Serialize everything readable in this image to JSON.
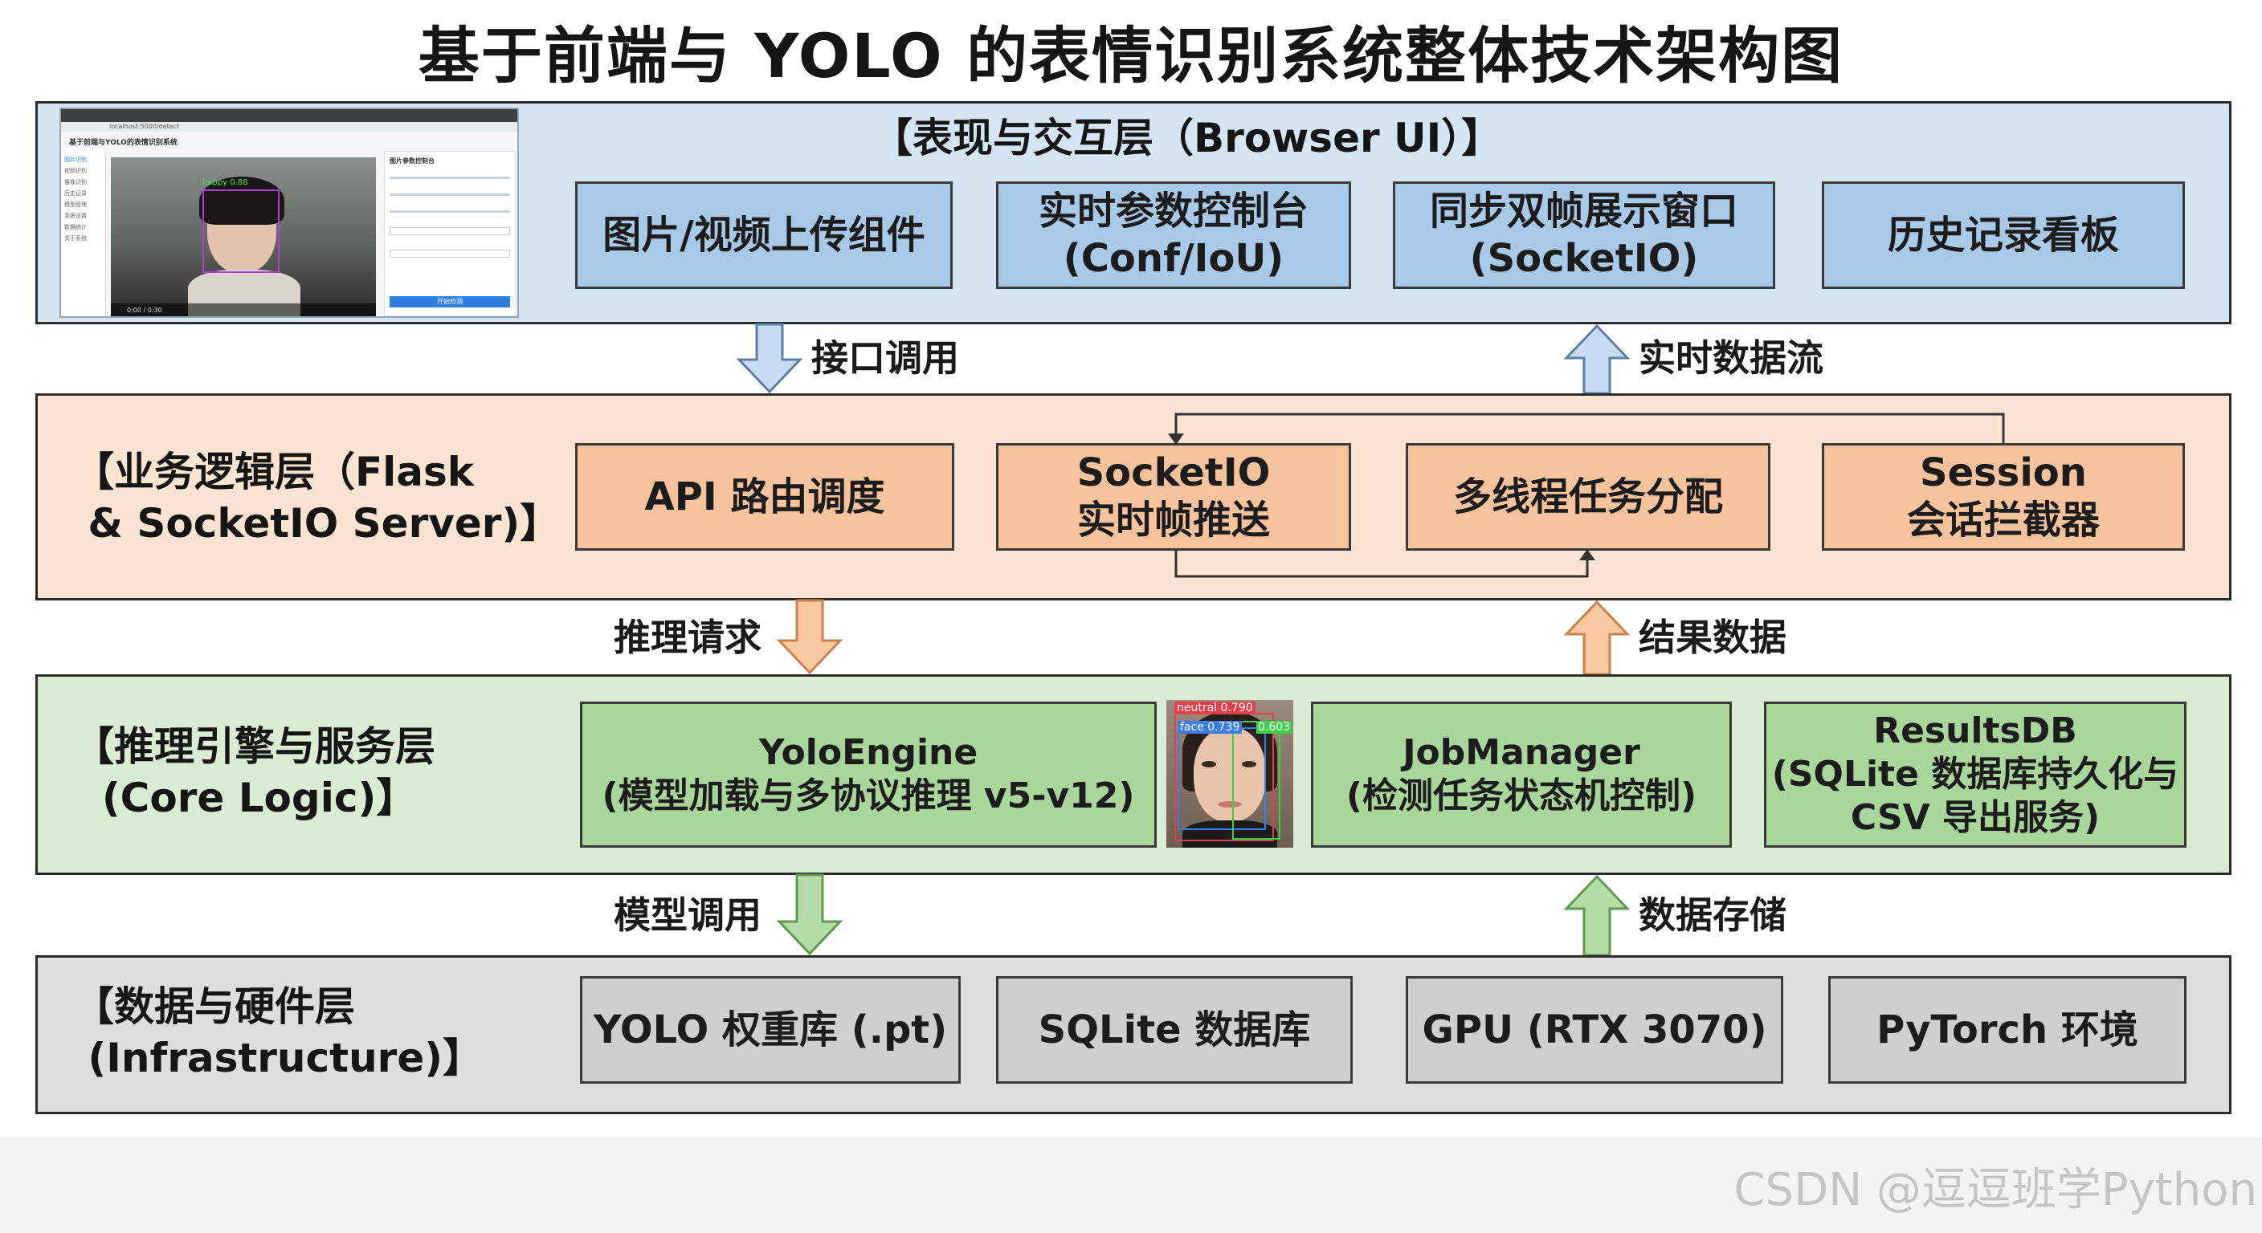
{
  "title": "基于前端与 YOLO 的表情识别系统整体技术架构图",
  "layers": {
    "ui": {
      "label": "【表现与交互层（Browser UI）】",
      "components": [
        "图片/视频上传组件",
        "实时参数控制台\n(Conf/IoU)",
        "同步双帧展示窗口\n(SocketIO)",
        "历史记录看板"
      ],
      "screenshot": {
        "app_title": "基于前端与YOLO的表情识别系统",
        "url": "localhost:5000/detect",
        "panel_title": "图片参数控制台",
        "detect_button": "开始检测",
        "sidebar_items": [
          "图片识别",
          "视频识别",
          "摄像识别",
          "历史记录",
          "模型管理",
          "系统设置",
          "数据统计",
          "关于系统"
        ],
        "detection_label": "happy 0.88",
        "video_time": "0:00 / 0:30"
      }
    },
    "biz": {
      "label": "【业务逻辑层（Flask\n & SocketIO Server)】",
      "components": [
        "API 路由调度",
        "SocketIO\n实时帧推送",
        "多线程任务分配",
        "Session\n会话拦截器"
      ]
    },
    "inf": {
      "label": "【推理引擎与服务层\n  (Core Logic)】",
      "components": [
        "YoloEngine\n(模型加载与多协议推理 v5-v12)",
        "JobManager\n(检测任务状态机控制)",
        "ResultsDB\n(SQLite 数据库持久化与\nCSV 导出服务)"
      ],
      "face_labels": [
        "neutral 0.790",
        "face 0.739",
        "0.603"
      ]
    },
    "infra": {
      "label": "【数据与硬件层\n (Infrastructure)】",
      "components": [
        "YOLO 权重库 (.pt)",
        "SQLite 数据库",
        "GPU (RTX 3070)",
        "PyTorch 环境"
      ]
    }
  },
  "arrows": {
    "ui_to_biz": "接口调用",
    "biz_to_ui": "实时数据流",
    "biz_to_inf": "推理请求",
    "inf_to_biz": "结果数据",
    "inf_to_infra": "模型调用",
    "infra_to_inf": "数据存储"
  },
  "watermark": "CSDN @逗逗班学Python",
  "colors": {
    "ui_bg": "#d6e5f4",
    "ui_box": "#a9c9e8",
    "ui_arrow": "#c7dcf2",
    "biz_bg": "#fbe5d2",
    "biz_box": "#f6c39c",
    "biz_arrow": "#f8c8a0",
    "inf_bg": "#dbecd5",
    "inf_box": "#a9d69b",
    "inf_arrow": "#b6dca8",
    "infra_bg": "#dedede",
    "infra_box": "#cfcfcf"
  }
}
